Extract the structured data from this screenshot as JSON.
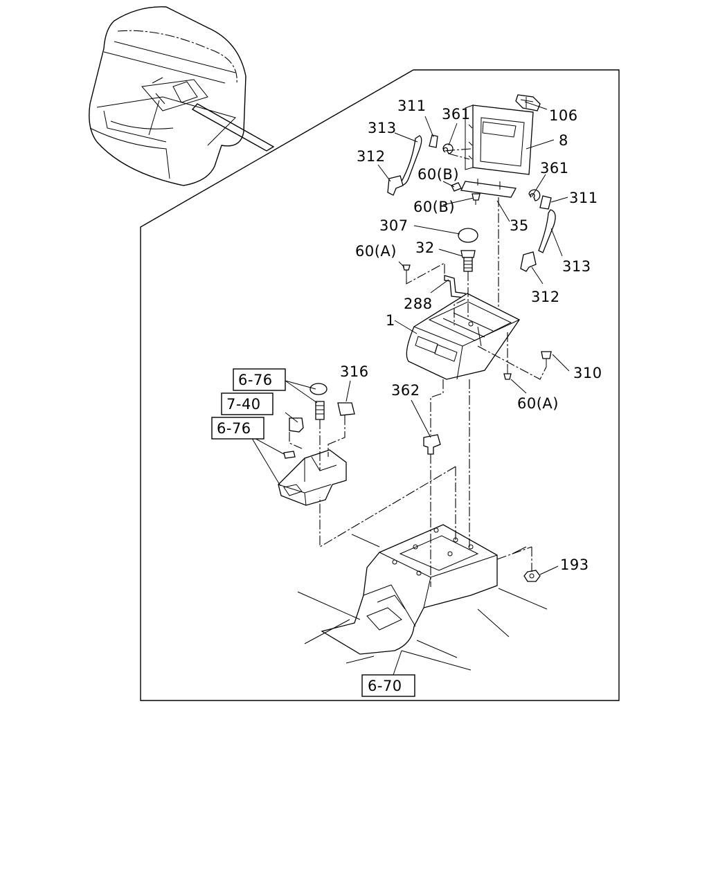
{
  "parts": {
    "p106": "106",
    "p8": "8",
    "p361a": "361",
    "p361b": "361",
    "p311a": "311",
    "p311b": "311",
    "p313a": "313",
    "p313b": "313",
    "p312a": "312",
    "p312b": "312",
    "p60Ba": "60(B)",
    "p60Bb": "60(B)",
    "p35": "35",
    "p307": "307",
    "p32": "32",
    "p60Aa": "60(A)",
    "p60Ab": "60(A)",
    "p288": "288",
    "p1": "1",
    "p310": "310",
    "p316": "316",
    "p362": "362",
    "p193": "193"
  },
  "refs": {
    "r676a": "6-76",
    "r740": "7-40",
    "r676b": "6-76",
    "r670": "6-70"
  }
}
